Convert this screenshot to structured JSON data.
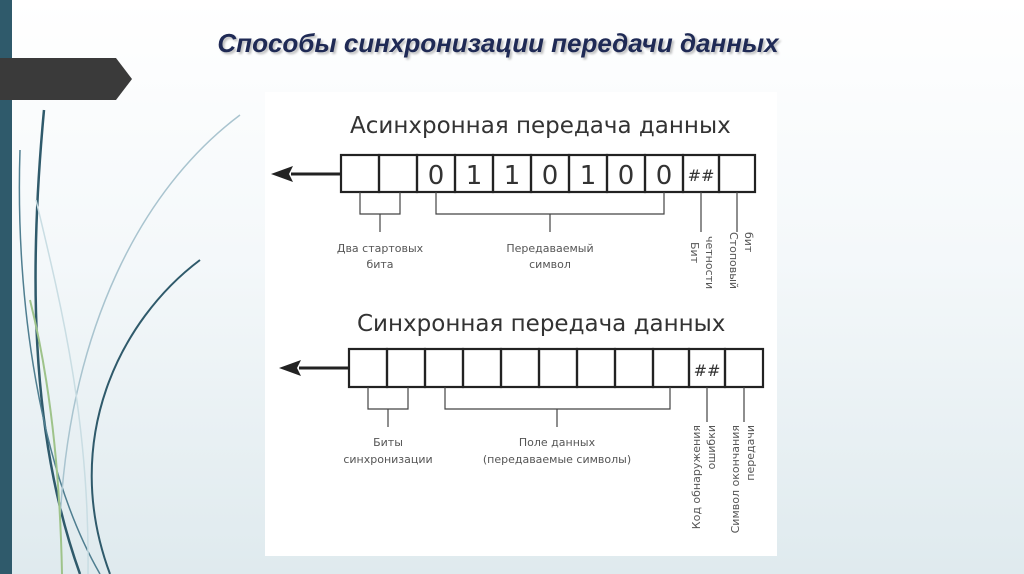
{
  "slide": {
    "title": "Способы синхронизации передачи данных"
  },
  "async": {
    "heading": "Асинхронная передача данных",
    "bits": [
      "0",
      "1",
      "1",
      "0",
      "1",
      "0",
      "0"
    ],
    "parity_mark": "##",
    "label_start": [
      "Два стартовых",
      "бита"
    ],
    "label_symbol": [
      "Передаваемый",
      "символ"
    ],
    "label_parity": [
      "Бит",
      "четности"
    ],
    "label_stop": [
      "Стоповый",
      "бит"
    ]
  },
  "sync": {
    "heading": "Синхронная передача данных",
    "check_mark": "##",
    "label_sync": [
      "Биты",
      "синхронизации"
    ],
    "label_field": [
      "Поле данных",
      "(передаваемые символы)"
    ],
    "label_error": [
      "Код обнаружения",
      "ошибки"
    ],
    "label_end": [
      "Символ окончания",
      "передачи"
    ]
  }
}
